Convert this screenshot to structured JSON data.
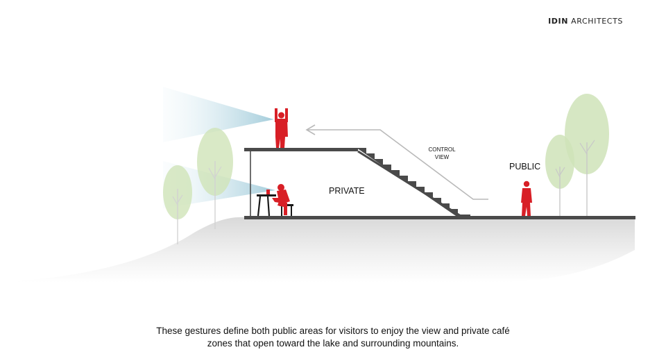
{
  "brand": {
    "bold": "IDIN",
    "rest": "ARCHITECTS"
  },
  "diagram": {
    "labels": {
      "private": "PRIVATE",
      "public": "PUBLIC",
      "control_view_line1": "CONTROL",
      "control_view_line2": "VIEW"
    }
  },
  "caption": {
    "line1": "These gestures define both public areas for visitors to enjoy the view and private café",
    "line2": "zones that open toward the lake and surrounding mountains."
  },
  "colors": {
    "figure_red": "#d81f26",
    "structure": "#4a4a4a",
    "tree_green": "#cfe3b8",
    "view_cone": "#bfdde8",
    "arrow_gray": "#b9b9b9"
  }
}
